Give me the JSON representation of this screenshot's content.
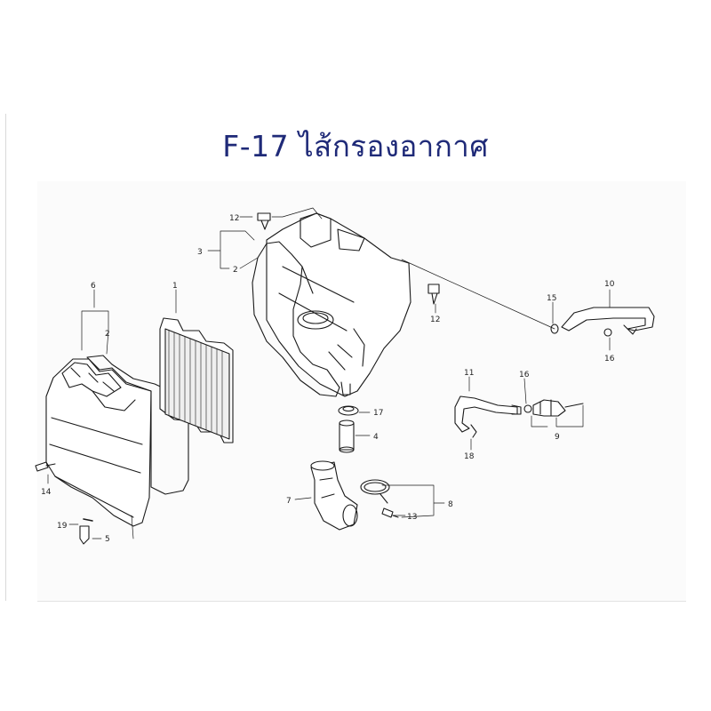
{
  "title": "F-17 ไส้กรองอากาศ",
  "callouts": {
    "c1": "1",
    "c2a": "2",
    "c2b": "2",
    "c3": "3",
    "c4": "4",
    "c5": "5",
    "c6": "6",
    "c7": "7",
    "c8": "8",
    "c9": "9",
    "c10": "10",
    "c11": "11",
    "c12a": "12",
    "c12b": "12",
    "c13": "13",
    "c14": "14",
    "c15": "15",
    "c16a": "16",
    "c16b": "16",
    "c17": "17",
    "c18": "18",
    "c19": "19"
  }
}
